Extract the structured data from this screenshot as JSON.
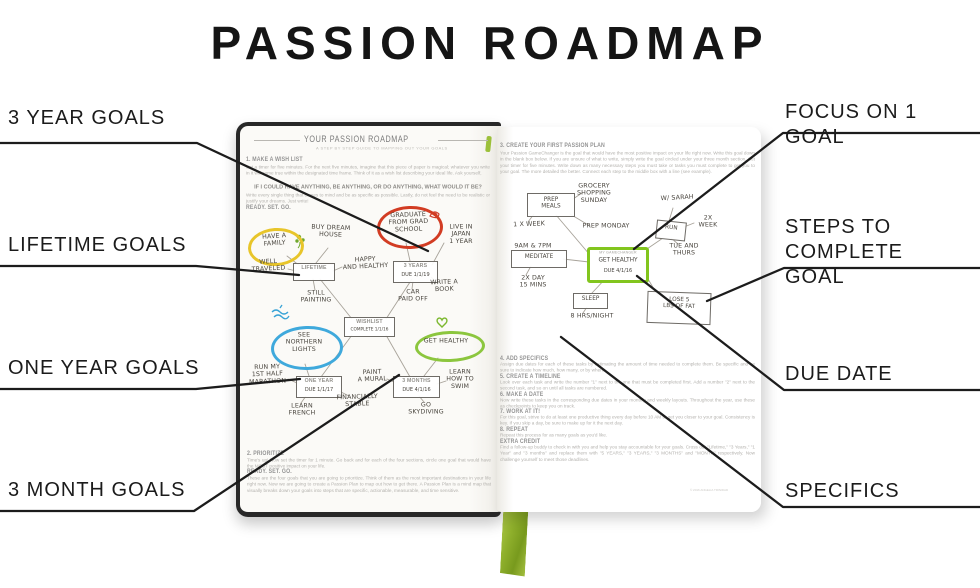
{
  "title": "PASSION ROADMAP",
  "callouts": {
    "left": [
      {
        "label": "3 YEAR GOALS"
      },
      {
        "label": "LIFETIME GOALS"
      },
      {
        "label": "ONE YEAR GOALS"
      },
      {
        "label": "3 MONTH GOALS"
      }
    ],
    "right": [
      {
        "label": "FOCUS ON 1 GOAL"
      },
      {
        "label": "STEPS TO COMPLETE GOAL"
      },
      {
        "label": "DUE DATE"
      },
      {
        "label": "SPECIFICS"
      }
    ]
  },
  "colors": {
    "highlight_yellow": "#e8c52a",
    "highlight_red": "#d23c23",
    "highlight_blue": "#3fa9dc",
    "highlight_green": "#8cc63e",
    "ribbon_green": "#8fb02c",
    "cover_black": "#282828"
  },
  "left_page": {
    "header_title": "YOUR PASSION ROADMAP",
    "header_subtitle": "A STEP BY STEP GUIDE TO MAPPING OUT YOUR GOALS",
    "s1_heading": "1. MAKE A WISH LIST",
    "s1_body": "Set a timer for five minutes. For the next five minutes, imagine that this piece of paper is magical; whatever you write in it will come true within the designated time frame. Think of it as a wish list describing your ideal life. Ask yourself,",
    "s1_question": "IF I COULD HAVE ANYTHING, BE ANYTHING, OR DO ANYTHING, WHAT WOULD IT BE?",
    "s1_body2": "Write every single thing that comes to mind and be as specific as possible. Lastly, do not feel the need to be realistic or justify your dreams. Just write!",
    "s1_ready": "READY. SET. GO.",
    "s2_heading": "2. PRIORITIZE",
    "s2_body": "Time's up! Now set the timer for 1 minute. Go back and for each of the four sections, circle one goal that would have the MOST positive impact on your life.",
    "s2_ready": "READY. SET. GO.",
    "s2_body2": "These are the four goals that you are going to prioritize. Think of them as the most important destinations in your life right now. Now we are going to create a Passion Plan to map out how to get there. A Passion Plan is a mind map that visually breaks down your goals into steps that are specific, actionable, measurable, and time sensitive.",
    "boxes": {
      "lifetime": {
        "label": "LIFETIME"
      },
      "three_years": {
        "label": "3 YEARS",
        "due": "DUE 1/1/19"
      },
      "one_year": {
        "label": "ONE YEAR",
        "due": "DUE 1/1/17"
      },
      "three_months": {
        "label": "3 MONTHS",
        "due": "DUE 4/1/16"
      },
      "wishlist": {
        "label": "WISHLIST",
        "due": "COMPLETE 1/1/16"
      }
    },
    "nodes": {
      "have_a_family": "HAVE A\nFAMILY",
      "buy_dream_house": "BUY DREAM\nHOUSE",
      "grad_school": "GRADUATE\nFROM GRAD\nSCHOOL",
      "live_japan": "LIVE IN\nJAPAN\n1 YEAR",
      "well_traveled": "WELL\nTRAVELED",
      "happy_healthy": "HAPPY\nAND HEALTHY",
      "still_painting": "STILL\nPAINTING",
      "write_book": "WRITE A\nBOOK",
      "car_paid_off": "CAR\nPAID OFF",
      "northern_lights": "SEE\nNORTHERN\nLIGHTS",
      "marathon": "RUN MY\n1ST HALF\nMARATHON",
      "learn_french": "LEARN\nFRENCH",
      "financially_stable": "FINANCIALLY\nSTABLE",
      "paint_mural": "PAINT\nA MURAL",
      "get_healthy": "GET HEALTHY",
      "learn_swim": "LEARN\nHOW TO\nSWIM",
      "go_skydiving": "GO\nSKYDIVING"
    }
  },
  "right_page": {
    "s3_heading": "3. CREATE YOUR FIRST PASSION PLAN",
    "s3_body": "Your Passion GameChanger is the goal that would have the most positive impact on your life right now. Write this goal down in the blank box below. If you are unsure of what to write, simply write the goal circled under your three month section. Set your timer for five minutes. Write down as many necessary steps you must take or tasks you must complete to get you to your goal. The more detailed the better. Connect each step to the middle box with a line (see example).",
    "gamechanger": {
      "top_label": "MY GAMECHANGER",
      "goal": "GET HEALTHY",
      "due": "DUE 4/1/16"
    },
    "nodes": {
      "prep_meals": "PREP\nMEALS",
      "grocery": "GROCERY\nSHOPPING\nSUNDAY",
      "prep_monday": "PREP MONDAY",
      "once_a_week": "1 X WEEK",
      "nine_and_seven": "9AM & 7PM",
      "meditate": "MEDITATE",
      "twice_a_day": "2X DAY\n15 MINS",
      "with_sarah": "W/ SARAH",
      "run": "RUN",
      "twice_a_week": "2X\nWEEK",
      "tue_thurs": "TUE AND\nTHURS",
      "sleep": "SLEEP",
      "eight_hours": "8 HRS/NIGHT",
      "lose_fat": "LOSE 5\nLBS OF FAT"
    },
    "sections": [
      {
        "heading": "4. ADD SPECIFICS",
        "body": "Assign due dates for each of these tasks by estimating the amount of time needed to complete them. Be specific and be sure to indicate how much, how many, or by when."
      },
      {
        "heading": "5. CREATE A TIMELINE",
        "body": "Look over each task and write the number \"1\" next to the one that must be completed first. Add a number \"2\" next to the second task, and so on until all tasks are numbered."
      },
      {
        "heading": "6. MAKE A DATE",
        "body": "Now write these tasks in the corresponding due dates in your monthly and weekly layouts. Throughout the year, use these as checkpoints to keep you on track."
      },
      {
        "heading": "7. WORK AT IT!",
        "body": "For this goal, strive to do at least one productive thing every day before 10 AM to get you closer to your goal. Consistency is key. If you skip a day, be sure to make up for it the next day."
      },
      {
        "heading": "8. REPEAT",
        "body": "Repeat this process for as many goals as you'd like."
      },
      {
        "heading": "EXTRA CREDIT",
        "body": "Find a follow-up buddy to check in with you and help you stay accountable for your goals. Cross out \"Lifetime,\" \"3 Years,\" \"1 Year\" and \"3 months\" and replace them with \"5 YEARS,\" \"3 YEARS,\" \"3 MONTHS\" and \"MONTH\" respectively. Now challenge yourself to meet those deadlines."
      }
    ],
    "copyright": "© 2016 ANGELIA TRINIDAD"
  }
}
